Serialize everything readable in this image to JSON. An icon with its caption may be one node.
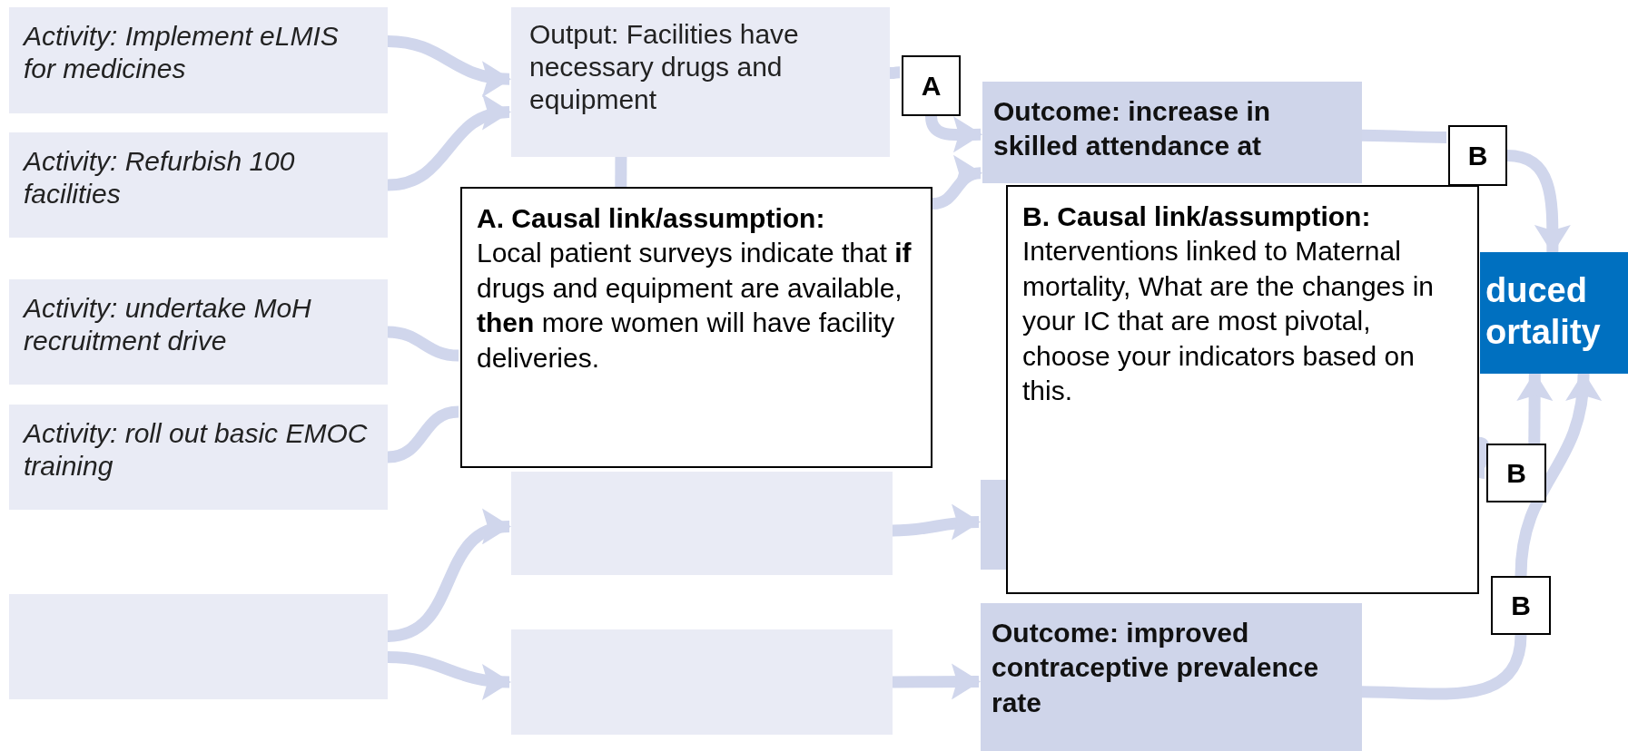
{
  "diagram": {
    "nodes": [
      {
        "text": [
          "Activity: Implement eLMIS for medicines"
        ]
      },
      {
        "text": [
          "Activity: Refurbish 100 facilities"
        ]
      },
      {
        "text": [
          "Activity: undertake MoH recruitment drive"
        ]
      },
      {
        "text": [
          "Activity: roll out basic EMOC training"
        ]
      },
      {
        "text": [],
        "shape": "box"
      },
      {
        "text": [
          "Output: Facilities have necessary drugs and equipment"
        ]
      },
      {
        "text": [],
        "shape": "box"
      },
      {
        "text": [],
        "shape": "box"
      },
      {
        "text": [
          "Outcome: increase in skilled attendance at"
        ]
      },
      {
        "text": [],
        "shape": "box"
      },
      {
        "text": [
          "Outcome: improved contraceptive prevalence rate"
        ]
      },
      {
        "text": [
          "duced ortality"
        ]
      },
      {
        "text": [
          "A"
        ]
      },
      {
        "text": [
          "A. Causal link/assumption:",
          "Local patient surveys indicate that **if** drugs and equipment are available, **then** more women will have facility deliveries."
        ]
      },
      {
        "text": [
          "B"
        ]
      },
      {
        "text": [
          "B. Causal link/assumption:",
          "Interventions linked to Maternal mortality, What are the changes in your IC that are most pivotal, choose your indicators based on this."
        ]
      },
      {
        "text": [
          "B"
        ]
      },
      {
        "text": [
          "B"
        ]
      }
    ],
    "edges": [
      {
        "from": 0,
        "to": 5,
        "arrow": "to"
      },
      {
        "from": 1,
        "to": 5,
        "arrow": "to"
      },
      {
        "from": 2,
        "to": 13,
        "arrow": "none"
      },
      {
        "from": 3,
        "to": 13,
        "arrow": "none"
      },
      {
        "from": 5,
        "to": 13,
        "arrow": "none"
      },
      {
        "from": 5,
        "to": 12,
        "arrow": "none"
      },
      {
        "from": 12,
        "to": 8,
        "arrow": "to"
      },
      {
        "from": 13,
        "to": 8,
        "arrow": "to"
      },
      {
        "from": 8,
        "to": 14,
        "arrow": "none"
      },
      {
        "from": 14,
        "to": 11,
        "arrow": "to"
      },
      {
        "from": 4,
        "to": 6,
        "arrow": "to"
      },
      {
        "from": 4,
        "to": 7,
        "arrow": "to"
      },
      {
        "from": 6,
        "to": 9,
        "arrow": "to"
      },
      {
        "from": 7,
        "to": 10,
        "arrow": "to"
      },
      {
        "from": 10,
        "to": 17,
        "arrow": "none"
      },
      {
        "from": 17,
        "to": 11,
        "arrow": "to"
      },
      {
        "from": 15,
        "to": 16,
        "arrow": "none"
      },
      {
        "from": 16,
        "to": 11,
        "arrow": "to"
      }
    ]
  }
}
